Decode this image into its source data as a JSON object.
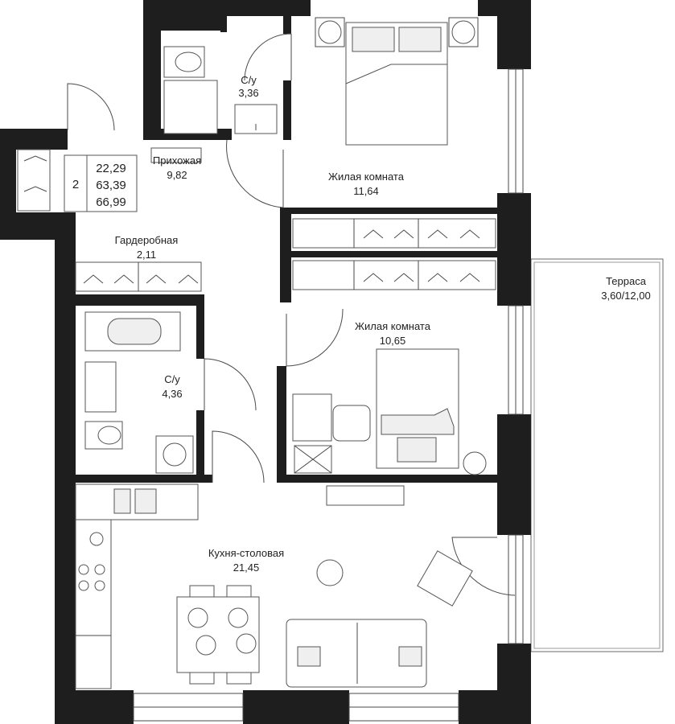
{
  "apartment": {
    "rooms_count": "2",
    "living_area": "22,29",
    "total_area": "63,39",
    "area_with_terrace": "66,99"
  },
  "rooms": {
    "bathroom_top": {
      "name": "С/у",
      "area": "3,36"
    },
    "hallway": {
      "name": "Прихожая",
      "area": "9,82"
    },
    "bedroom_top": {
      "name": "Жилая комната",
      "area": "11,64"
    },
    "wardrobe": {
      "name": "Гардеробная",
      "area": "2,11"
    },
    "bathroom_bottom": {
      "name": "С/у",
      "area": "4,36"
    },
    "bedroom_bottom": {
      "name": "Жилая комната",
      "area": "10,65"
    },
    "kitchen": {
      "name": "Кухня-столовая",
      "area": "21,45"
    },
    "terrace": {
      "name": "Терраса",
      "area": "3,60/12,00"
    }
  },
  "colors": {
    "wall": "#1e1e1e",
    "line": "#4a4a4a",
    "background": "#ffffff"
  }
}
